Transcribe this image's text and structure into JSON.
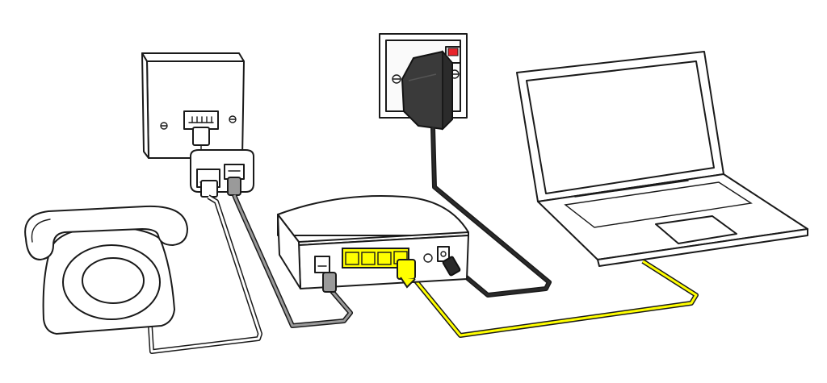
{
  "diagram": {
    "devices": [
      {
        "id": "wall-phone-socket",
        "icon": "phone-wall-socket-icon"
      },
      {
        "id": "adsl-microfilter",
        "icon": "microfilter-icon"
      },
      {
        "id": "telephone",
        "icon": "rotary-telephone-icon"
      },
      {
        "id": "power-outlet",
        "icon": "mains-power-socket-icon"
      },
      {
        "id": "power-adapter",
        "icon": "power-adapter-icon"
      },
      {
        "id": "router",
        "icon": "router-icon"
      },
      {
        "id": "laptop",
        "icon": "laptop-icon"
      }
    ],
    "cables": [
      {
        "id": "dsl-cable",
        "from": "adsl-microfilter",
        "to": "router",
        "color": "#9a9a9a"
      },
      {
        "id": "phone-cable",
        "from": "adsl-microfilter",
        "to": "telephone",
        "color": "#ffffff"
      },
      {
        "id": "power-cable",
        "from": "power-adapter",
        "to": "router",
        "color": "#2a2a2a"
      },
      {
        "id": "ethernet-cable",
        "from": "router",
        "to": "laptop",
        "color": "#ffff00"
      }
    ],
    "colors": {
      "outline": "#1a1a1a",
      "ethernet_yellow": "#ffff00",
      "adapter_dark": "#3a3a3a",
      "switch_red": "#e8242b",
      "dsl_grey": "#9a9a9a"
    }
  }
}
